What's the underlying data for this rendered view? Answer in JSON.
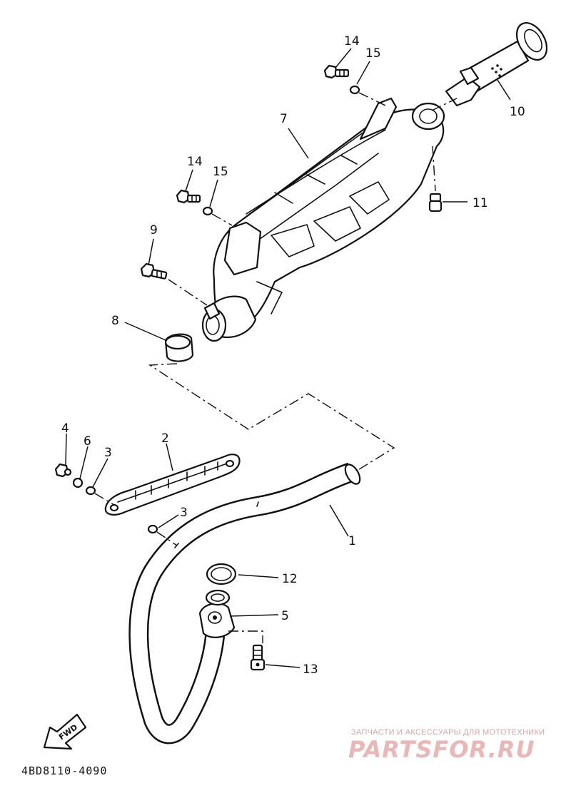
{
  "callouts": {
    "c1": "1",
    "c2": "2",
    "c3a": "3",
    "c3b": "3",
    "c4": "4",
    "c5": "5",
    "c6": "6",
    "c7": "7",
    "c8": "8",
    "c9": "9",
    "c10": "10",
    "c11": "11",
    "c12": "12",
    "c13": "13",
    "c14a": "14",
    "c14b": "14",
    "c15a": "15",
    "c15b": "15"
  },
  "fwd_label": "FWD",
  "diagram_code": "4BD8110-4090",
  "watermark": {
    "tagline": "ЗАПЧАСТИ И АКСЕССУАРЫ ДЛЯ МОТОТЕХНИКИ",
    "brand": "PARTSFOR.RU",
    "brand_color": "#e8b7b7"
  }
}
